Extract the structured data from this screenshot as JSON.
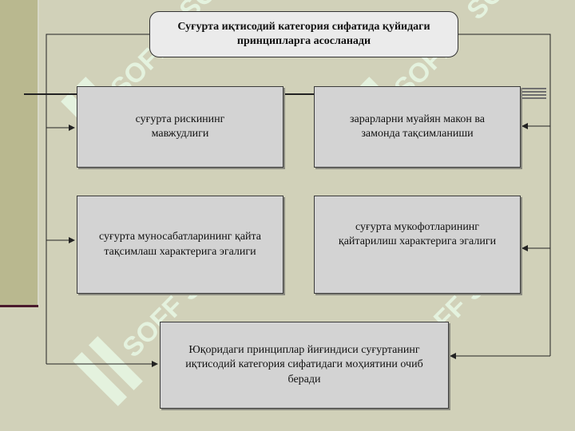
{
  "slide": {
    "title_line1": "Суғурта иқтисодий категория сифатида қуйидаги",
    "title_line2": "принципларга асосланади",
    "watermark": "SOFF",
    "boxes": [
      {
        "line1": "суғурта рискининг",
        "line2": "мавжудлиги"
      },
      {
        "line1": "зарарларни муайян макон ва",
        "line2": "замонда тақсимланиши"
      },
      {
        "line1": "суғурта муносабатларининг қайта",
        "line2": "тақсимлаш характерига эгалиги"
      },
      {
        "line1": "суғурта мукофотларининг",
        "line2": "қайтарилиш характерига эгалиги"
      }
    ],
    "bottom_box": {
      "line1": "Юқоридаги принциплар йиғиндиси суғуртанинг",
      "line2": "иқтисодий категория сифатидаги моҳиятини очиб",
      "line3": "беради"
    }
  },
  "colors": {
    "background": "#d1d1b9",
    "left_band": "#b9b88f",
    "box_fill": "#d3d3d3",
    "title_fill": "#ebebeb",
    "watermark": "#e6f5e2"
  }
}
